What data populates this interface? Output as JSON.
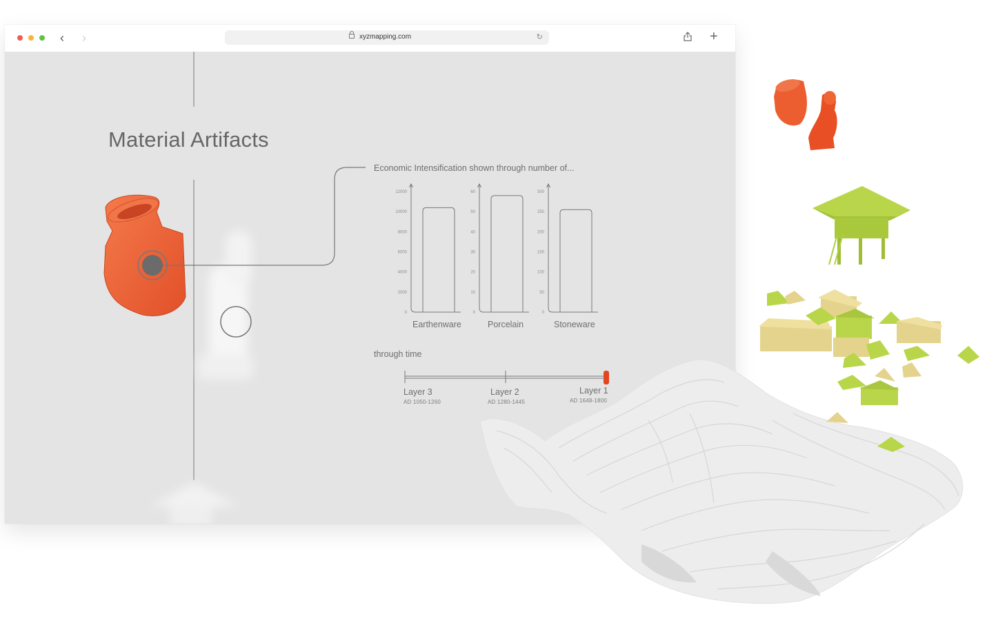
{
  "browser": {
    "url": "xyzmapping.com",
    "traffic_colors": [
      "#ee5e55",
      "#f4b63f",
      "#5cc444"
    ]
  },
  "page": {
    "title": "Material Artifacts",
    "chart_subtitle": "Economic Intensification shown through number of...",
    "timeline_label": "through time"
  },
  "chart_data": [
    {
      "type": "bar",
      "categories": [
        "Earthenware"
      ],
      "values": [
        10400
      ],
      "ylim": [
        0,
        12000
      ],
      "yticks": [
        0,
        2000,
        4000,
        6000,
        8000,
        10000,
        12000
      ],
      "grid": false
    },
    {
      "type": "bar",
      "categories": [
        "Porcelain"
      ],
      "values": [
        58
      ],
      "ylim": [
        0,
        60
      ],
      "yticks": [
        0,
        10,
        20,
        30,
        40,
        50,
        60
      ],
      "grid": false
    },
    {
      "type": "bar",
      "categories": [
        "Stoneware"
      ],
      "values": [
        255
      ],
      "ylim": [
        0,
        300
      ],
      "yticks": [
        0,
        50,
        100,
        150,
        200,
        250,
        300
      ],
      "grid": false
    }
  ],
  "timeline": {
    "layers": [
      {
        "name": "Layer 3",
        "date": "AD 1050-1260"
      },
      {
        "name": "Layer 2",
        "date": "AD 1280-1445"
      },
      {
        "name": "Layer 1",
        "date": "AD 1648-1800"
      }
    ],
    "selected_index": 2,
    "accent": "#e2461e"
  },
  "colors": {
    "artifact_orange": "#ec5e30",
    "house_green": "#b9d64a",
    "house_tan": "#e4d38d",
    "terrain": "#ececec"
  }
}
